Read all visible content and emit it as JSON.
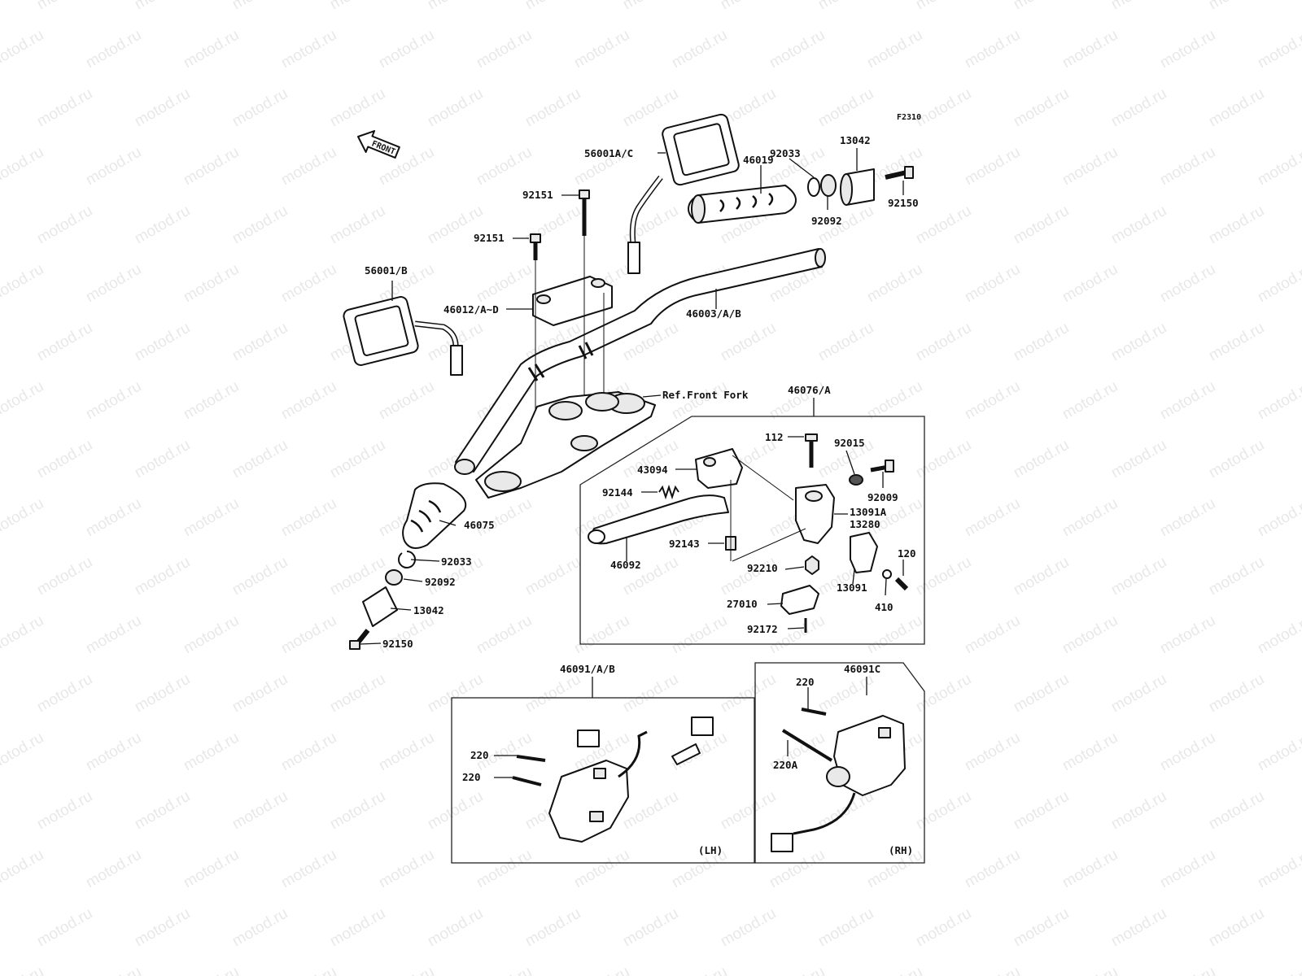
{
  "diagram": {
    "code": "F2310",
    "front_arrow": "FRONT",
    "ref_label": "Ref.Front Fork",
    "side_lh": "(LH)",
    "side_rh": "(RH)",
    "watermark": "motod.ru",
    "parts": {
      "p56001ac": "56001A/C",
      "p46019": "46019",
      "p92033_top": "92033",
      "p13042_top": "13042",
      "p92092_top": "92092",
      "p92150_top": "92150",
      "p92151_a": "92151",
      "p92151_b": "92151",
      "p56001b": "56001/B",
      "p46012": "46012/A~D",
      "p46003": "46003/A/B",
      "p46076": "46076/A",
      "p112": "112",
      "p92015": "92015",
      "p43094": "43094",
      "p92009": "92009",
      "p92144": "92144",
      "p13091a": "13091A",
      "p13280": "13280",
      "p46075": "46075",
      "p92143": "92143",
      "p120": "120",
      "p46092": "46092",
      "p92210": "92210",
      "p92033_low": "92033",
      "p13091": "13091",
      "p92092_low": "92092",
      "p410": "410",
      "p27010": "27010",
      "p13042_low": "13042",
      "p92172": "92172",
      "p92150_low": "92150",
      "p46091ab": "46091/A/B",
      "p46091c": "46091C",
      "p220_rh": "220",
      "p220_lh1": "220",
      "p220_lh2": "220",
      "p220a": "220A"
    }
  }
}
